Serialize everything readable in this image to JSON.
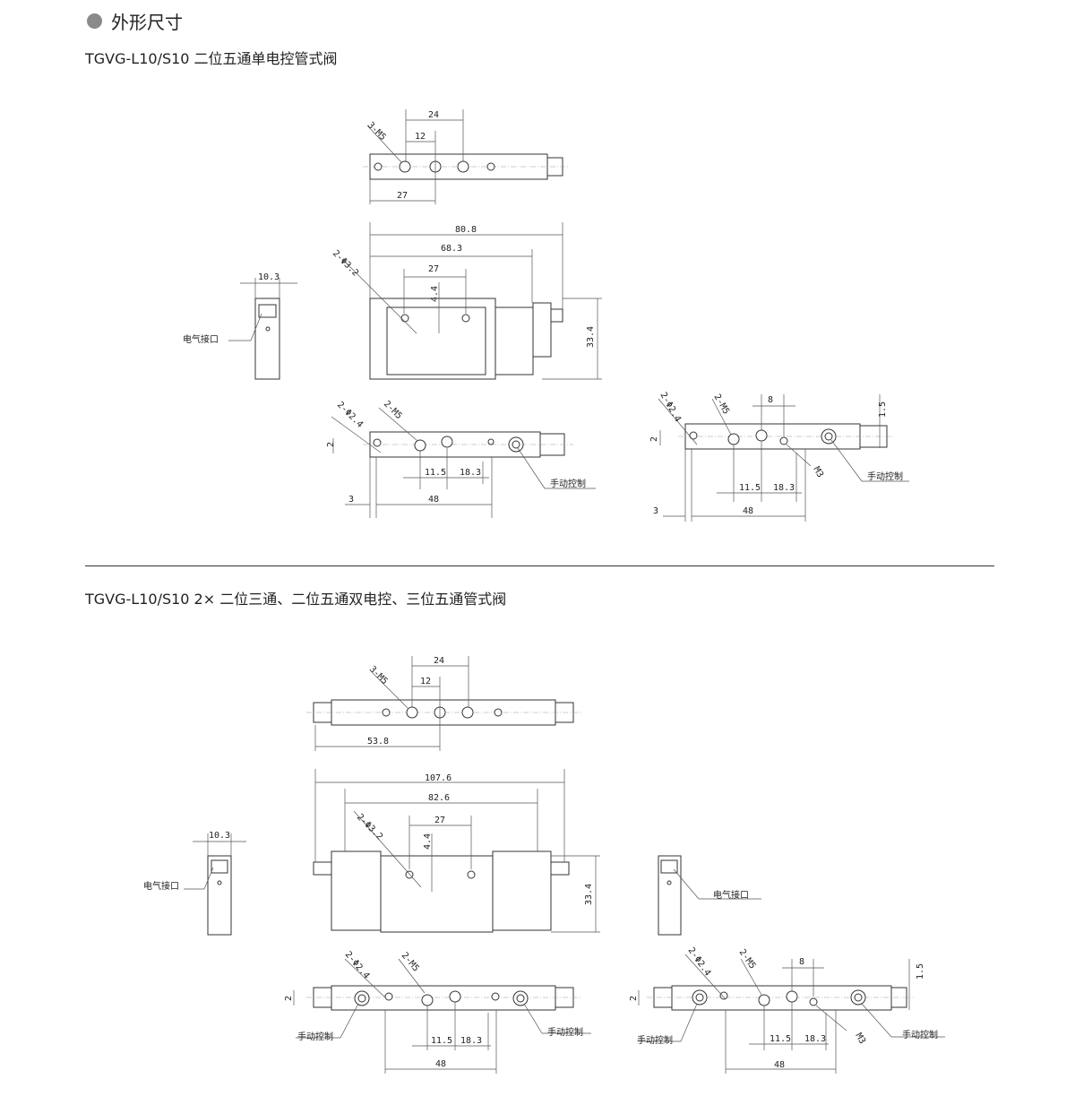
{
  "header": {
    "title": "外形尺寸",
    "bullet_color": "#8a8a8a"
  },
  "sections": [
    {
      "title": "TGVG-L10/S10 二位五通单电控管式阀",
      "top_view": {
        "port_label": "3-M5",
        "dim_pitch": "24",
        "dim_half_pitch": "12",
        "dim_offset": "27"
      },
      "front_view": {
        "hole_label": "2-Φ3.2",
        "dim_total": "80.8",
        "dim_body": "68.3",
        "dim_holes": "27",
        "dim_hole_height": "4.4",
        "dim_height": "33.4"
      },
      "side_view": {
        "dim_width": "10.3",
        "connector_label": "电气接口"
      },
      "bottom_view_a": {
        "hole_label": "2-Φ2.4",
        "port_label": "2-M5",
        "dim_a": "11.5",
        "dim_b": "18.3",
        "dim_length": "48",
        "dim_edge": "3",
        "dim_offset": "2",
        "manual_label": "手动控制"
      },
      "bottom_view_b": {
        "hole_label": "2-Φ2.4",
        "port_label": "2-M5",
        "dim_pitch": "8",
        "dim_offset_v": "1.5",
        "thread_label": "M3",
        "dim_a": "11.5",
        "dim_b": "18.3",
        "dim_length": "48",
        "dim_edge": "3",
        "dim_offset": "2",
        "manual_label": "手动控制"
      }
    },
    {
      "title": "TGVG-L10/S10 2× 二位三通、二位五通双电控、三位五通管式阀",
      "top_view": {
        "port_label": "3-M5",
        "dim_pitch": "24",
        "dim_half_pitch": "12",
        "dim_offset": "53.8"
      },
      "front_view": {
        "hole_label": "2-Φ3.2",
        "dim_total": "107.6",
        "dim_body": "82.6",
        "dim_holes": "27",
        "dim_hole_height": "4.4",
        "dim_height": "33.4"
      },
      "side_view_left": {
        "dim_width": "10.3",
        "connector_label": "电气接口"
      },
      "side_view_right": {
        "connector_label": "电气接口"
      },
      "bottom_view_a": {
        "hole_label": "2-Φ2.4",
        "port_label": "2-M5",
        "dim_a": "11.5",
        "dim_b": "18.3",
        "dim_length": "48",
        "dim_offset": "2",
        "manual_label_left": "手动控制",
        "manual_label_right": "手动控制"
      },
      "bottom_view_b": {
        "hole_label": "2-Φ2.4",
        "port_label": "2-M5",
        "dim_pitch": "8",
        "dim_offset_v": "1.5",
        "thread_label": "M3",
        "dim_a": "11.5",
        "dim_b": "18.3",
        "dim_length": "48",
        "dim_offset": "2",
        "manual_label_left": "手动控制",
        "manual_label_right": "手动控制"
      }
    }
  ]
}
